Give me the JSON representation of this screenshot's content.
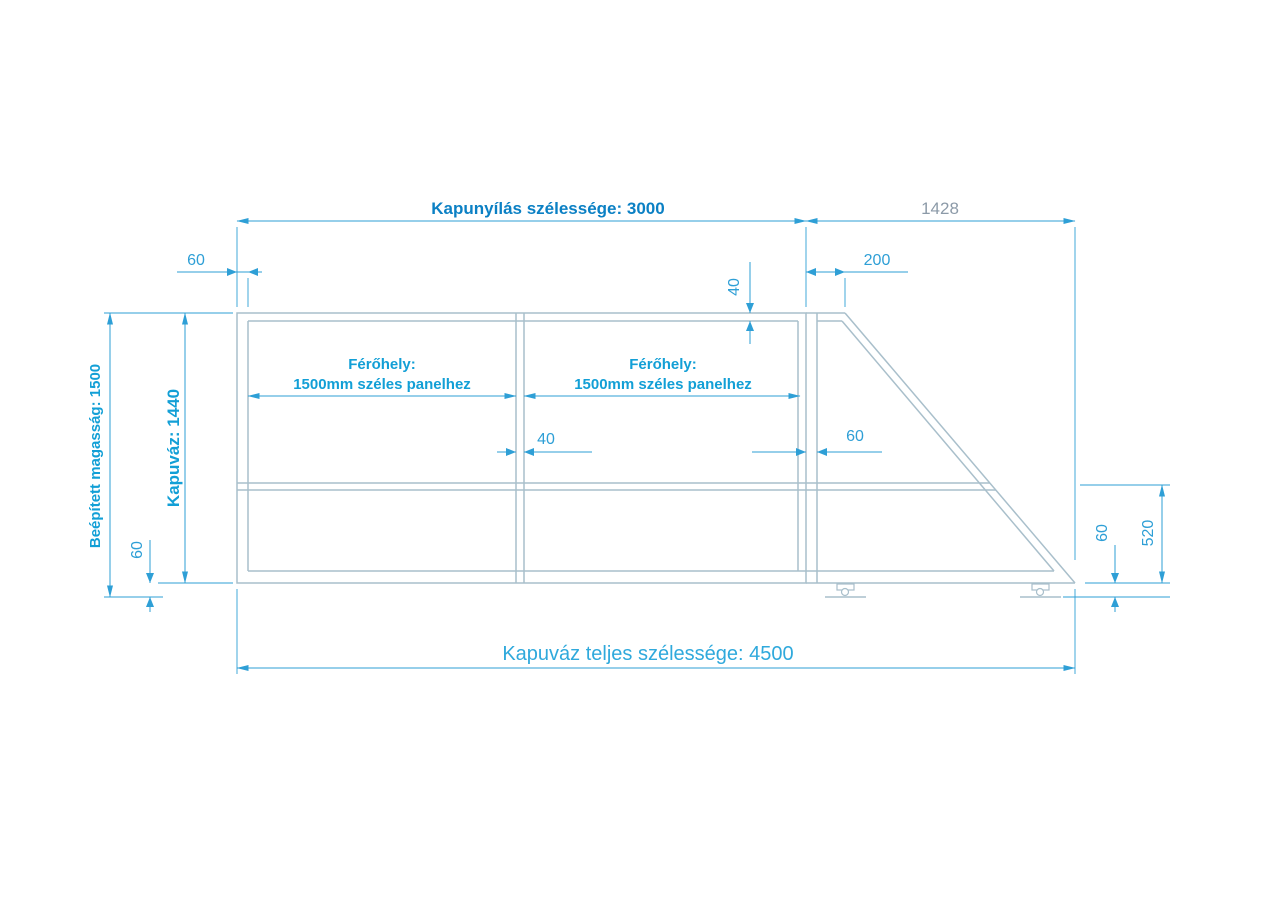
{
  "colors": {
    "dimension_blue": "#2e9fd6",
    "title_blue": "#0b80c4",
    "label_cyan": "#129fd6",
    "bottom_title_blue": "#2fa9dc",
    "muted_gray": "#8c9aa8",
    "frame_gray": "#a9bfcb"
  },
  "dimensions": {
    "opening_width": "Kapunyílás szélessége: 3000",
    "tail_width": "1428",
    "post_left": "60",
    "tail_offset": "200",
    "top_rail": "40",
    "installed_height": "Beépített magasság: 1500",
    "frame_height": "Kapuváz: 1440",
    "ground_clearance_left": "60",
    "mid_post": "40",
    "divider_post": "60",
    "tail_height": "520",
    "ground_clearance_right": "60",
    "total_width": "Kapuváz teljes szélessége: 4500"
  },
  "panels": {
    "panel1": {
      "line1": "Férőhely:",
      "line2": "1500mm széles panelhez"
    },
    "panel2": {
      "line1": "Férőhely:",
      "line2": "1500mm széles panelhez"
    }
  }
}
